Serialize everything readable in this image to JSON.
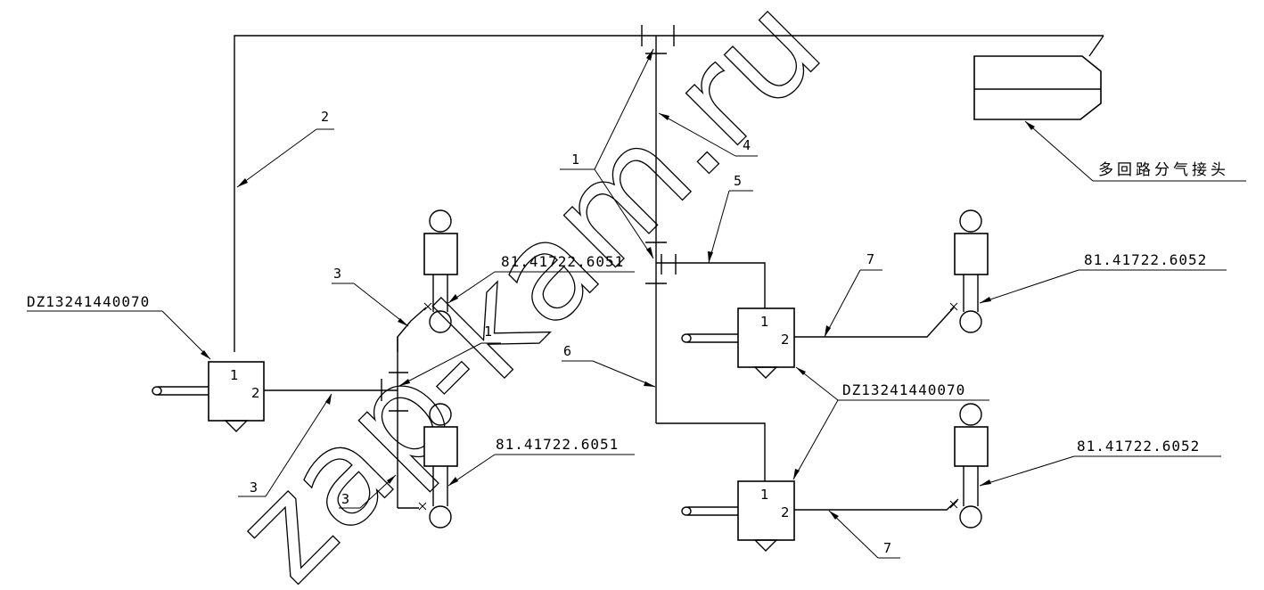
{
  "labels": {
    "part_left_valve": "DZ13241440070",
    "part_right_valves": "DZ13241440070",
    "chamber_front_top": "81.41722.6051",
    "chamber_front_bottom": "81.41722.6051",
    "chamber_rear_top": "81.41722.6052",
    "chamber_rear_bottom": "81.41722.6052",
    "connector": "多回路分气接头",
    "line_1a": "1",
    "line_1b": "1",
    "line_2": "2",
    "line_3a": "3",
    "line_3b": "3",
    "line_3c": "3",
    "line_4": "4",
    "line_5": "5",
    "line_6": "6",
    "line_7a": "7",
    "line_7b": "7"
  },
  "ports": {
    "in": "1",
    "out": "2"
  },
  "watermark": "zap-kam.ru"
}
